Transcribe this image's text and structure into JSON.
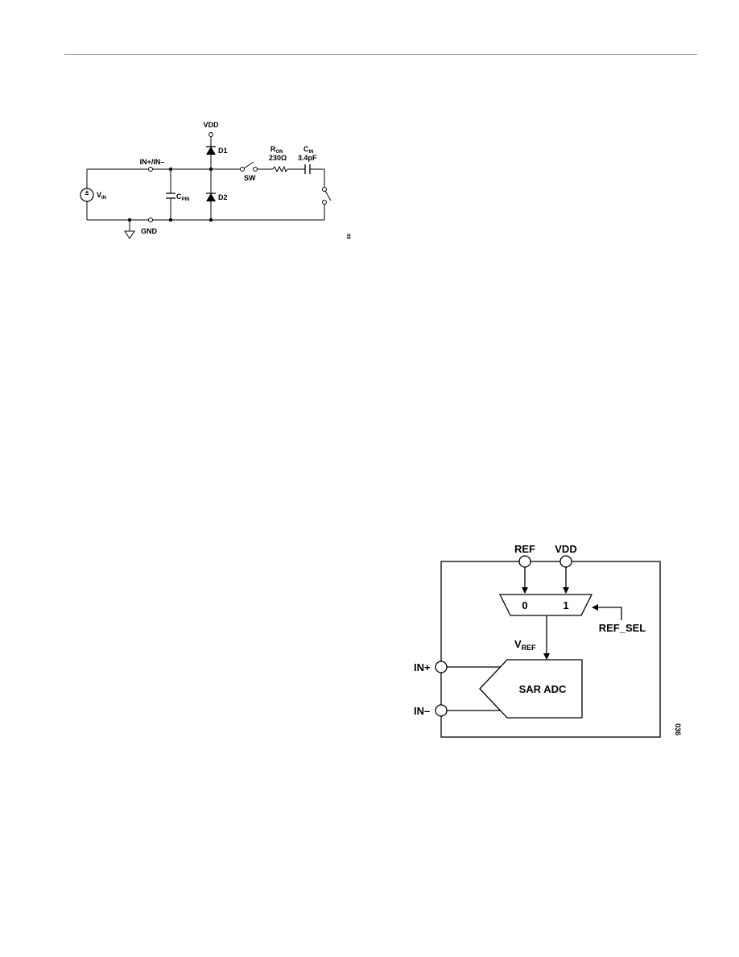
{
  "figure_top": {
    "labels": {
      "vdd": "VDD",
      "d1": "D1",
      "d2": "D2",
      "in_pin": "IN+/IN–",
      "vin": "V",
      "vin_sub": "IN",
      "cpin": "C",
      "cpin_sub": "PIN",
      "gnd": "GND",
      "sw": "SW",
      "ron": "R",
      "ron_sub": "ON",
      "ron_value": "230Ω",
      "cin": "C",
      "cin_sub": "IN",
      "cin_value": "3.4pF",
      "fig_id": "09"
    }
  },
  "figure_bottom": {
    "labels": {
      "ref": "REF",
      "vdd": "VDD",
      "mux_in0": "0",
      "mux_in1": "1",
      "ref_sel": "REF_SEL",
      "vref": "V",
      "vref_sub": "REF",
      "in_plus": "IN+",
      "in_minus": "IN–",
      "sar_adc": "SAR ADC",
      "fig_id": "036"
    }
  }
}
